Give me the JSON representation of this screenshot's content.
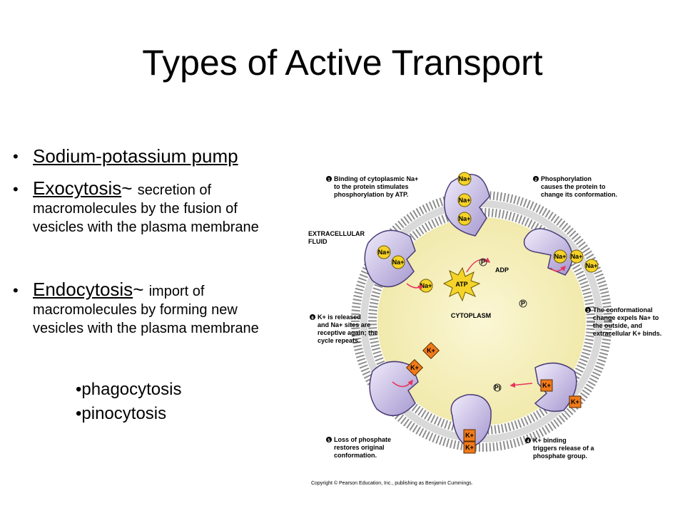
{
  "title": "Types of Active Transport",
  "bullets": [
    {
      "term": "Sodium-potassium pump"
    },
    {
      "term": "Exocytosis",
      "sep": "~ ",
      "desc": "secretion of macromolecules by the fusion of vesicles with the plasma membrane"
    },
    {
      "term": "Endocytosis",
      "sep": "~ ",
      "desc": "import of macromolecules by forming new vesicles with the plasma membrane"
    }
  ],
  "sub_bullets": [
    "•phagocytosis",
    "•pinocytosis"
  ],
  "diagram": {
    "extracellular_label": [
      "EXTRACELLULAR",
      "FLUID"
    ],
    "cytoplasm_label": "CYTOPLASM",
    "step1": [
      "Binding of cytoplasmic Na+",
      "to the protein stimulates",
      "phosphorylation by ATP."
    ],
    "step2": [
      "Phosphorylation",
      "causes the protein to",
      "change its conformation."
    ],
    "step3": [
      "The conformational",
      "change expels Na+ to",
      "the outside, and",
      "extracellular K+ binds."
    ],
    "step4": [
      "K+ binding",
      "triggers release of a",
      "phosphate group."
    ],
    "step5": [
      "Loss of phosphate",
      "restores original",
      "conformation."
    ],
    "step6": [
      "K+ is released",
      "and Na+ sites are",
      "receptive again; the",
      "cycle repeats."
    ],
    "step_numbers": [
      "1",
      "2",
      "3",
      "4",
      "5",
      "6"
    ],
    "atp": "ATP",
    "adp": "ADP",
    "p": "P",
    "pi": "Pi",
    "na": "Na+",
    "k": "K+",
    "copyright": "Copyright © Pearson Education, Inc., publishing as Benjamin Cummings."
  }
}
